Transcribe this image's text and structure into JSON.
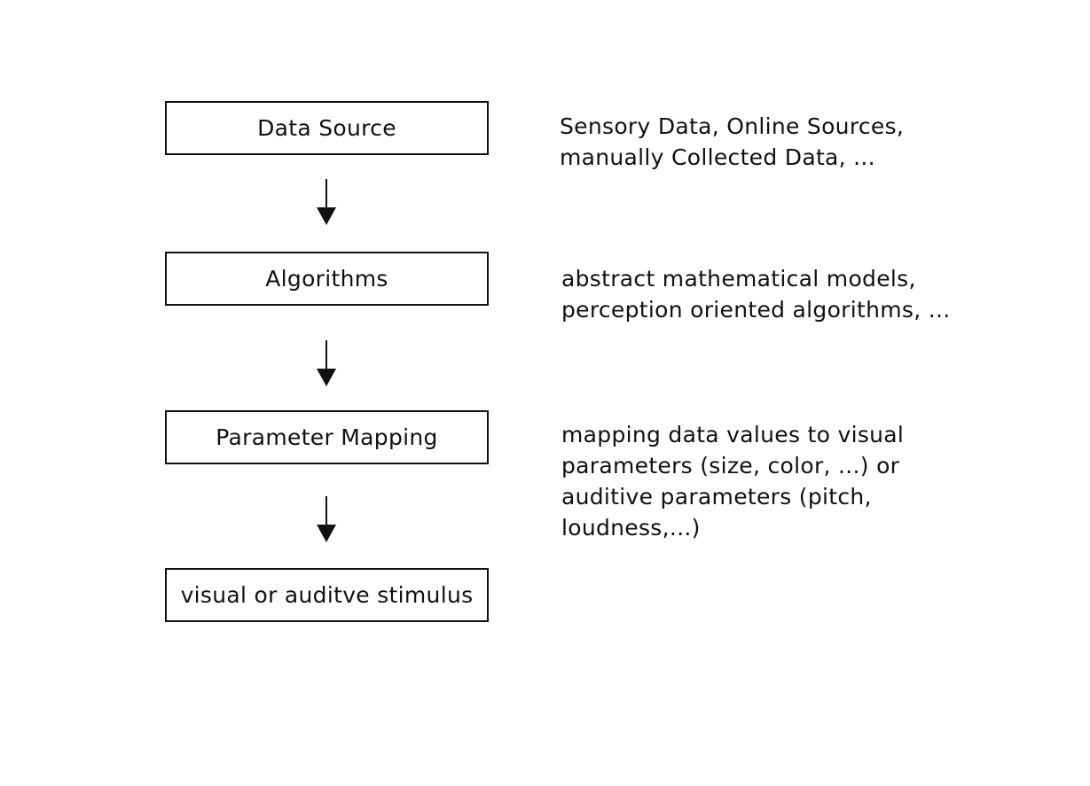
{
  "steps": [
    {
      "label": "Data Source"
    },
    {
      "label": "Algorithms"
    },
    {
      "label": "Parameter Mapping"
    },
    {
      "label": "visual or auditve stimulus"
    }
  ],
  "descriptions": [
    {
      "lines": [
        "Sensory Data, Online Sources,",
        "manually Collected Data, ..."
      ]
    },
    {
      "lines": [
        "abstract mathematical models,",
        "perception oriented algorithms, ..."
      ]
    },
    {
      "lines": [
        "mapping data values to visual",
        "parameters (size, color, ...) or",
        "auditive parameters (pitch,",
        "loudness,...)"
      ]
    }
  ],
  "colors": {
    "stroke": "#111111",
    "background": "#ffffff"
  }
}
